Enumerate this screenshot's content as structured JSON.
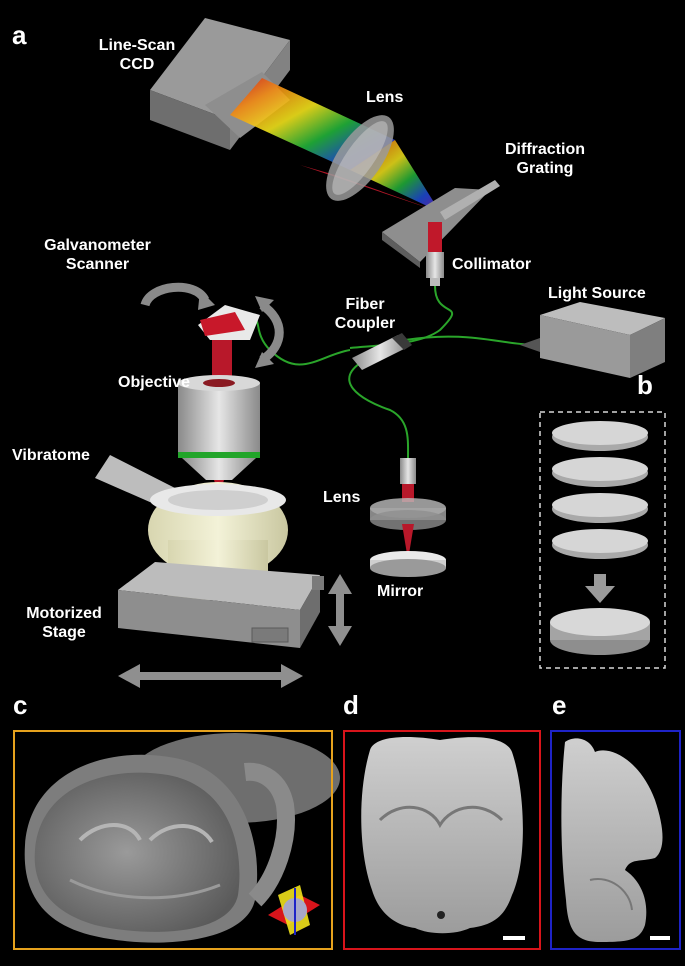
{
  "panels": {
    "a": "a",
    "b": "b",
    "c": "c",
    "d": "d",
    "e": "e"
  },
  "labels": {
    "line_scan_ccd_1": "Line-Scan",
    "line_scan_ccd_2": "CCD",
    "lens_top": "Lens",
    "diffraction_1": "Diffraction",
    "diffraction_2": "Grating",
    "collimator": "Collimator",
    "galvo_1": "Galvanometer",
    "galvo_2": "Scanner",
    "fiber_1": "Fiber",
    "fiber_2": "Coupler",
    "light_source": "Light Source",
    "objective": "Objective",
    "vibratome": "Vibratome",
    "lens_ref": "Lens",
    "mirror": "Mirror",
    "stage_1": "Motorized",
    "stage_2": "Stage"
  },
  "colors": {
    "frame_c": "#e6a21d",
    "frame_d": "#d8141b",
    "frame_e": "#1e23c8",
    "fiber": "#2aa52a",
    "beam": "#b8182a"
  }
}
